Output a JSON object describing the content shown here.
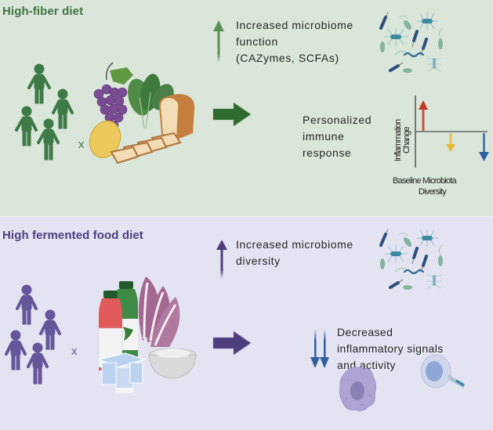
{
  "top_panel": {
    "title": "High-fiber diet",
    "multiply_symbol": "x",
    "effect_1": {
      "icon": "up-arrow-icon",
      "lines": [
        "Increased microbiome",
        "function",
        "(CAZymes, SCFAs)"
      ]
    },
    "outcome": {
      "icon": "right-arrow-icon",
      "lines": [
        "Personalized",
        "immune",
        "response"
      ]
    },
    "mini_chart": {
      "y_label_lines": [
        "Inflammation",
        "Change"
      ],
      "x_label_lines": [
        "Baseline Microbiota",
        "Diversity"
      ],
      "arrows": [
        {
          "direction": "up",
          "color": "#c0392b"
        },
        {
          "direction": "down",
          "color": "#e8b830"
        },
        {
          "direction": "down",
          "color": "#2f5f9e"
        }
      ]
    },
    "food_items": [
      "potato",
      "grapes",
      "spinach",
      "bread"
    ],
    "accent_color": "#3f7444"
  },
  "bottom_panel": {
    "title": "High fermented food diet",
    "multiply_symbol": "x",
    "effect_1": {
      "icon": "up-arrow-icon",
      "lines": [
        "Increased microbiome",
        "diversity"
      ]
    },
    "outcome": {
      "icon": "double-down-arrow-icon",
      "lines": [
        "Decreased",
        "inflammatory signals",
        "and activity"
      ]
    },
    "food_items": [
      "kombucha bottle",
      "fermented vegetable drink",
      "radicchio",
      "yogurt cups",
      "bowl"
    ],
    "accent_color": "#4e3e7e"
  }
}
